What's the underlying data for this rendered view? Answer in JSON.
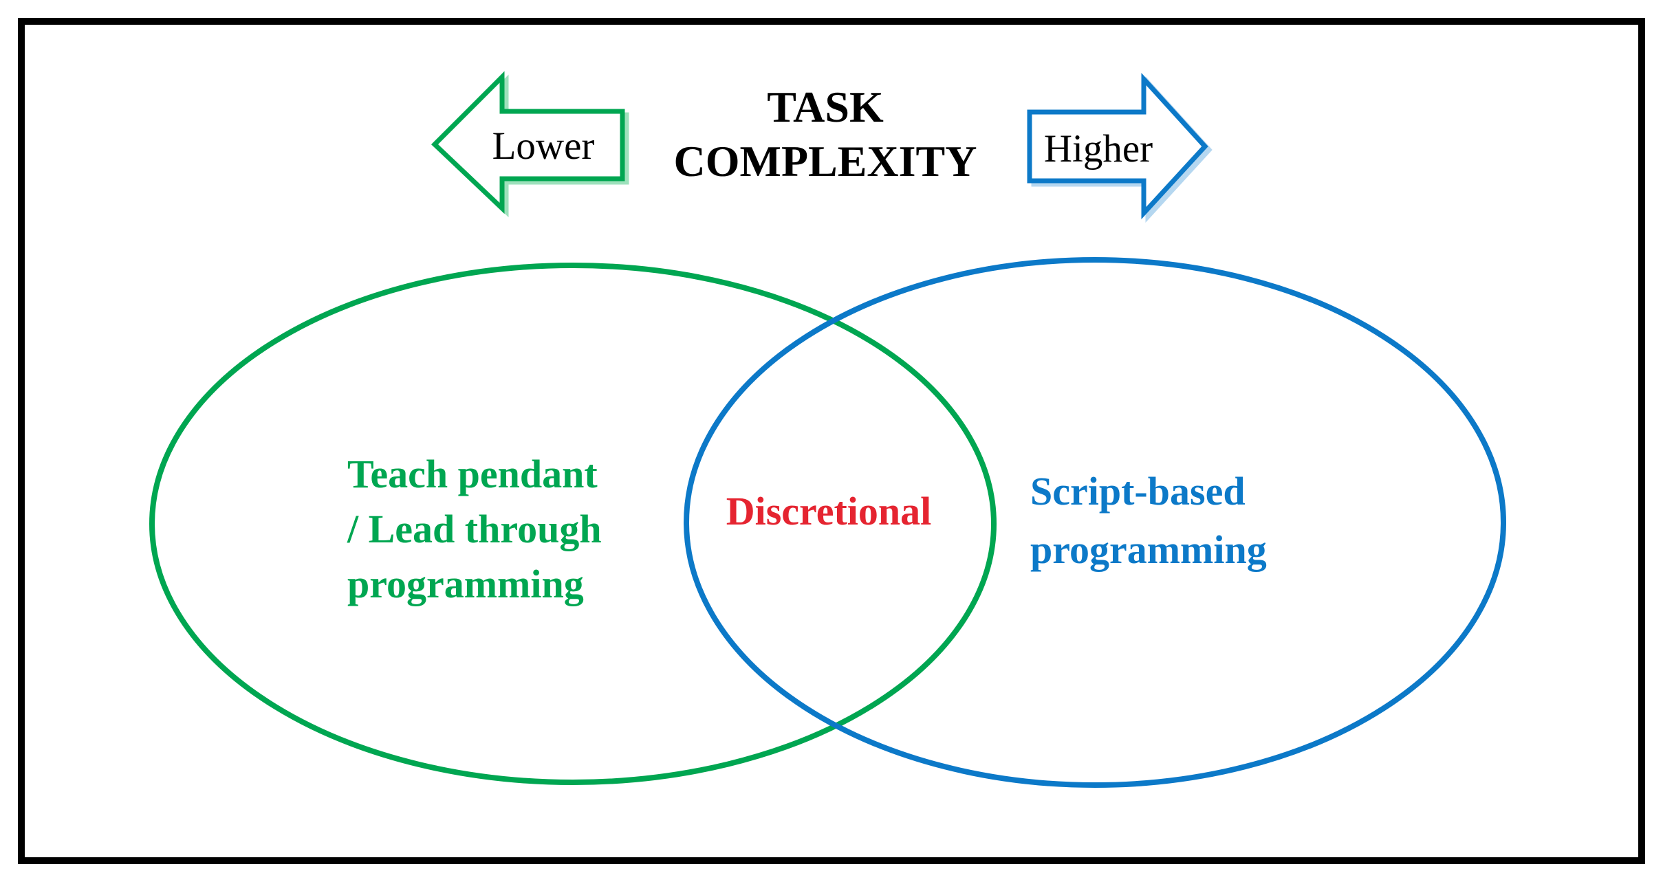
{
  "colors": {
    "color-green": "#00a651",
    "color-blue": "#0c79c8",
    "color-red": "#e52430",
    "color-black": "#000000"
  },
  "header": {
    "title_line1": "TASK",
    "title_line2": "COMPLEXITY",
    "left_arrow_label": "Lower",
    "right_arrow_label": "Higher"
  },
  "venn": {
    "left_set": {
      "lines": [
        "Teach pendant",
        "/ Lead through",
        "programming"
      ],
      "color": "#00a651"
    },
    "intersection": {
      "label": "Discretional",
      "color": "#e52430"
    },
    "right_set": {
      "lines": [
        "Script-based",
        "programming"
      ],
      "color": "#0c79c8"
    }
  }
}
